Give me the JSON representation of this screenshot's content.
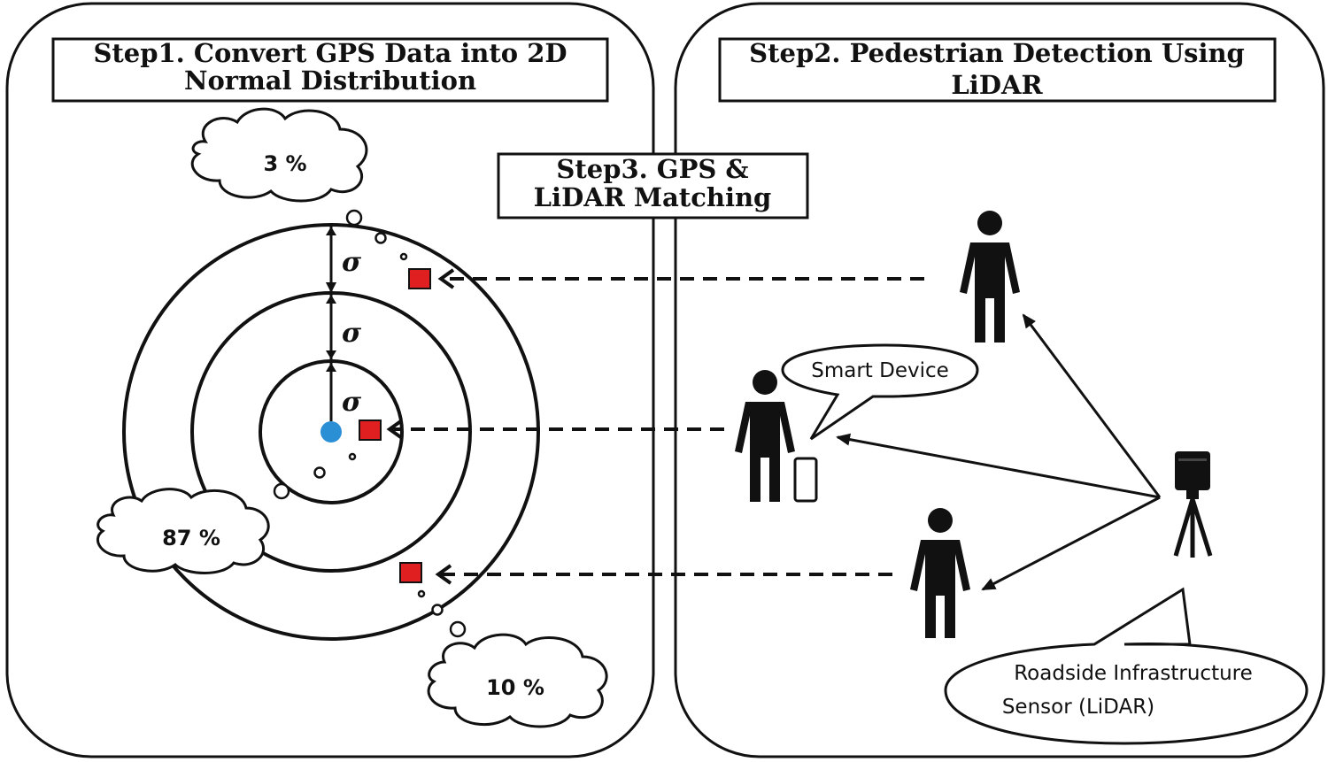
{
  "step1": {
    "line1": "Step1. Convert GPS Data into 2D",
    "line2": "Normal Distribution"
  },
  "step2": {
    "line1": "Step2. Pedestrian Detection Using",
    "line2": "LiDAR"
  },
  "step3": {
    "line1": "Step3. GPS &",
    "line2": "LiDAR Matching"
  },
  "sigma_symbol": "σ",
  "probabilities": {
    "outer": "3 %",
    "inner": "87 %",
    "middle": "10 %"
  },
  "labels": {
    "smart_device": "Smart Device",
    "sensor_line1": "Roadside Infrastructure",
    "sensor_line2": "Sensor (LiDAR)"
  },
  "colors": {
    "gps_center": "#2b8fd6",
    "match_marker": "#e02020",
    "stroke": "#111111"
  }
}
